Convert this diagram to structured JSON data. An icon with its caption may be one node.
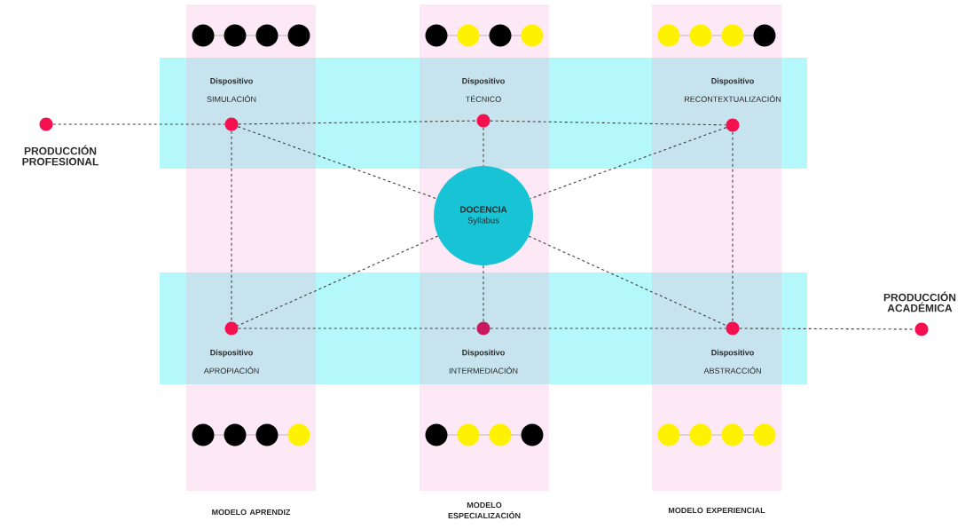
{
  "diagram": {
    "nodes": [
      {
        "text": [],
        "shape": "circle",
        "beside": [
          "PRODUCCIÓN PROFESIONAL"
        ]
      },
      {
        "text": [],
        "shape": "circle",
        "beside": [
          "Dispositivo",
          "SIMULACIÓN"
        ]
      },
      {
        "text": [],
        "shape": "circle",
        "beside": [
          "Dispositivo",
          "TÉCNICO"
        ]
      },
      {
        "text": [],
        "shape": "circle",
        "beside": [
          "Dispositivo",
          "RECONTEXTUALIZACIÓN"
        ]
      },
      {
        "text": [
          "DOCENCIA",
          "Syllabus"
        ]
      },
      {
        "text": [],
        "shape": "circle",
        "beside": [
          "Dispositivo",
          "APROPIACIÓN"
        ]
      },
      {
        "text": [],
        "shape": "circle",
        "beside": [
          "Dispositivo",
          "INTERMEDIACIÓN"
        ]
      },
      {
        "text": [],
        "shape": "circle",
        "beside": [
          "Dispositivo",
          "ABSTRACCIÓN"
        ]
      },
      {
        "text": [],
        "shape": "circle",
        "beside": [
          "PRODUCCIÓN ACADÉMICA"
        ]
      }
    ],
    "edges": [
      {
        "from": 0,
        "to": 1,
        "arrow": "none"
      },
      {
        "from": 1,
        "to": 2,
        "arrow": "none"
      },
      {
        "from": 2,
        "to": 3,
        "arrow": "none"
      },
      {
        "from": 1,
        "to": 5,
        "arrow": "none"
      },
      {
        "from": 3,
        "to": 7,
        "arrow": "none"
      },
      {
        "from": 1,
        "to": 4,
        "arrow": "none"
      },
      {
        "from": 2,
        "to": 4,
        "arrow": "none"
      },
      {
        "from": 3,
        "to": 4,
        "arrow": "none"
      },
      {
        "from": 4,
        "to": 5,
        "arrow": "none"
      },
      {
        "from": 4,
        "to": 6,
        "arrow": "none"
      },
      {
        "from": 4,
        "to": 7,
        "arrow": "none"
      },
      {
        "from": 5,
        "to": 6,
        "arrow": "none"
      },
      {
        "from": 6,
        "to": 7,
        "arrow": "none"
      },
      {
        "from": 7,
        "to": 8,
        "arrow": "none"
      }
    ],
    "labels": [
      "MODELO APRENDIZ",
      "MODELO ESPECIALIZACIÓN",
      "MODELO EXPERIENCIAL"
    ]
  }
}
